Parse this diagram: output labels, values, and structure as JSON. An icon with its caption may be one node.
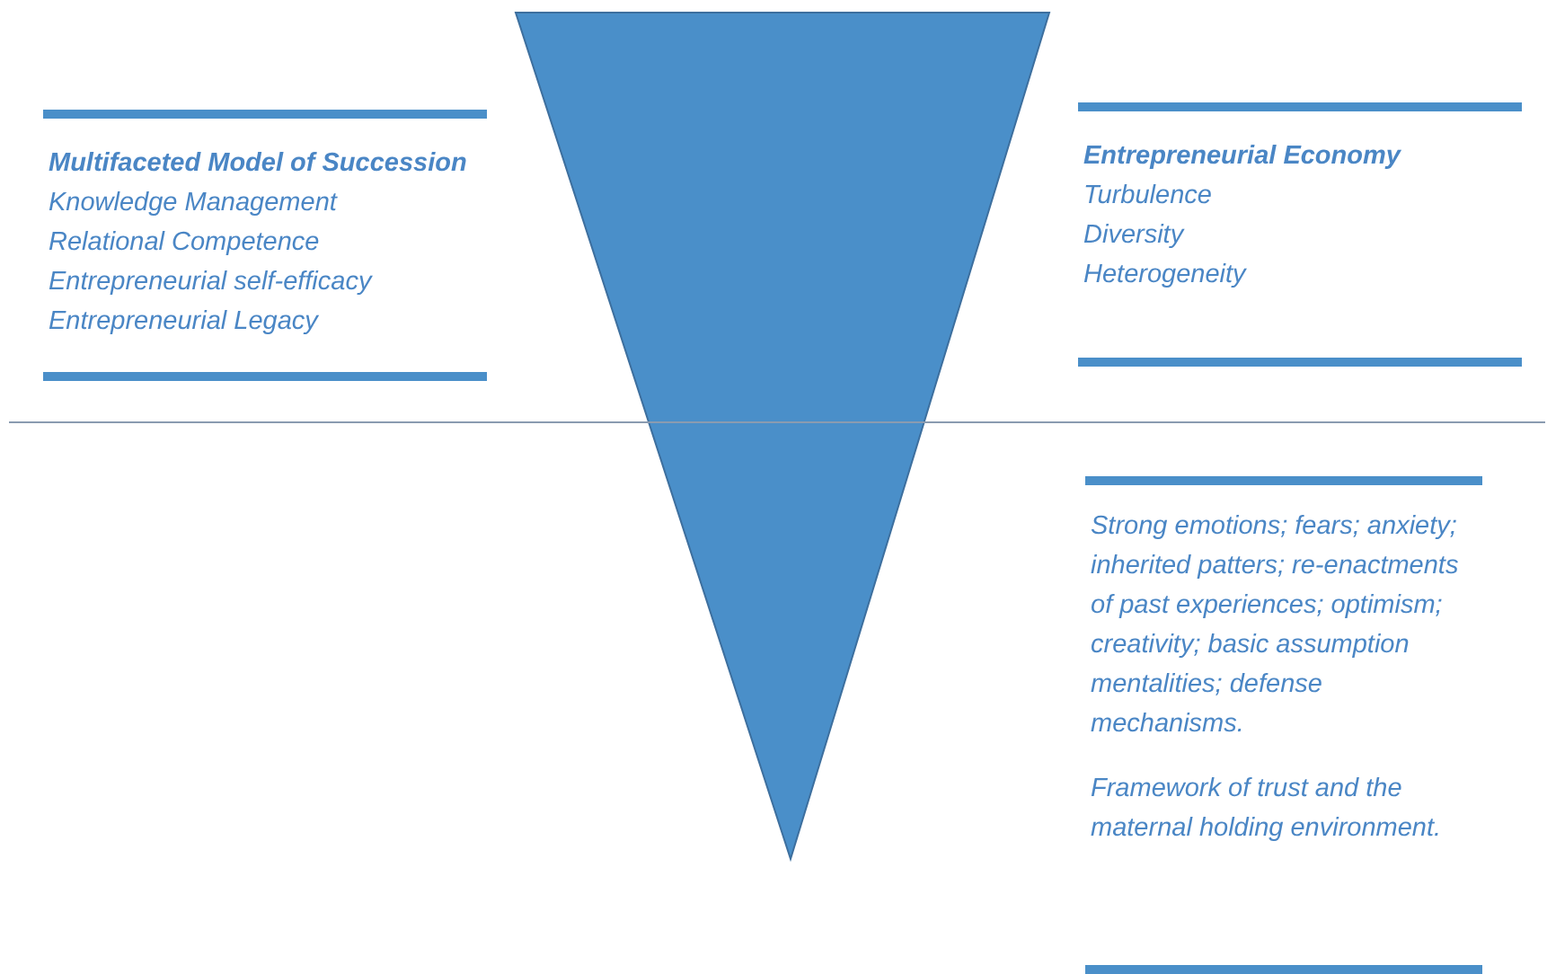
{
  "diagram": {
    "nodes": [
      {
        "text": [
          "Multifaceted Model of Succession",
          "Knowledge Management",
          "Relational Competence",
          "Entrepreneurial self-efficacy",
          "Entrepreneurial Legacy"
        ]
      },
      {
        "text": [
          "Entrepreneurial Economy",
          "Turbulence",
          "Diversity",
          "Heterogeneity"
        ]
      },
      {
        "text": [
          "Strong emotions; fears; anxiety; inherited patters; re-enactments of past experiences; optimism; creativity; basic assumption mentalities; defense mechanisms.",
          "Framework of trust and the maternal holding environment."
        ]
      },
      {
        "text": [],
        "shape": "triangle"
      }
    ]
  }
}
